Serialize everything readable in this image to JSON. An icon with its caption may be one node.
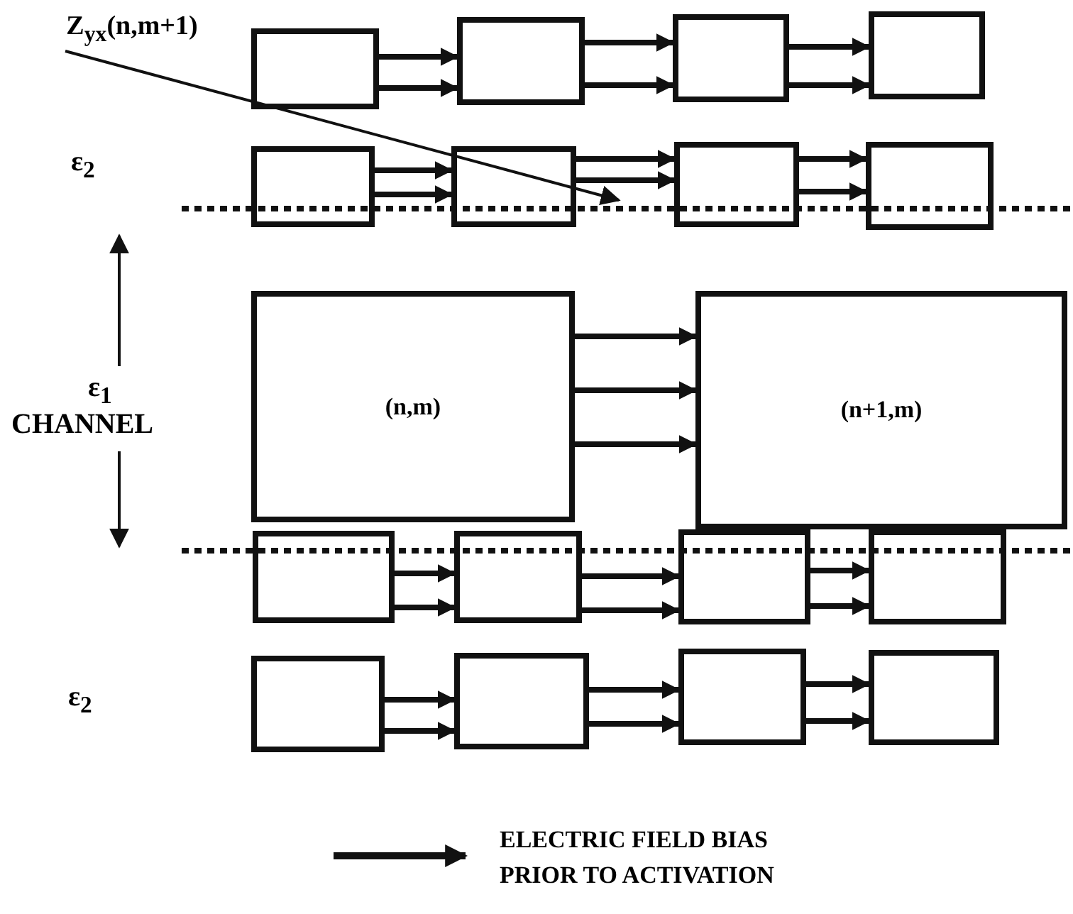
{
  "diagram": {
    "nodes": [
      {
        "text": [
          "Z$_{yx}$(n,m+1)"
        ]
      },
      {
        "text": [],
        "shape": "box"
      },
      {
        "text": [],
        "shape": "box"
      },
      {
        "text": [],
        "shape": "box"
      },
      {
        "text": [],
        "shape": "box"
      },
      {
        "text": [],
        "shape": "box"
      },
      {
        "text": [],
        "shape": "box"
      },
      {
        "text": [],
        "shape": "box"
      },
      {
        "text": [],
        "shape": "box"
      },
      {
        "text": [
          "(n,m)"
        ]
      },
      {
        "text": [
          "(n+1,m)"
        ]
      },
      {
        "text": [],
        "shape": "box"
      },
      {
        "text": [],
        "shape": "box"
      },
      {
        "text": [],
        "shape": "box"
      },
      {
        "text": [],
        "shape": "box"
      },
      {
        "text": [],
        "shape": "box"
      },
      {
        "text": [],
        "shape": "box"
      },
      {
        "text": [],
        "shape": "box"
      },
      {
        "text": [],
        "shape": "box"
      }
    ],
    "edges": [
      {
        "from": 1,
        "to": 2,
        "arrow": "to"
      },
      {
        "from": 1,
        "to": 2,
        "arrow": "to"
      },
      {
        "from": 2,
        "to": 3,
        "arrow": "to"
      },
      {
        "from": 2,
        "to": 3,
        "arrow": "to"
      },
      {
        "from": 3,
        "to": 4,
        "arrow": "to"
      },
      {
        "from": 3,
        "to": 4,
        "arrow": "to"
      },
      {
        "from": 5,
        "to": 6,
        "arrow": "to"
      },
      {
        "from": 5,
        "to": 6,
        "arrow": "to"
      },
      {
        "from": 6,
        "to": 7,
        "arrow": "to"
      },
      {
        "from": 6,
        "to": 7,
        "arrow": "to"
      },
      {
        "from": 7,
        "to": 8,
        "arrow": "to"
      },
      {
        "from": 7,
        "to": 8,
        "arrow": "to"
      },
      {
        "from": 9,
        "to": 10,
        "arrow": "to"
      },
      {
        "from": 9,
        "to": 10,
        "arrow": "to"
      },
      {
        "from": 9,
        "to": 10,
        "arrow": "to"
      },
      {
        "from": 11,
        "to": 12,
        "arrow": "to"
      },
      {
        "from": 11,
        "to": 12,
        "arrow": "to"
      },
      {
        "from": 12,
        "to": 13,
        "arrow": "to"
      },
      {
        "from": 12,
        "to": 13,
        "arrow": "to"
      },
      {
        "from": 13,
        "to": 14,
        "arrow": "to"
      },
      {
        "from": 13,
        "to": 14,
        "arrow": "to"
      },
      {
        "from": 15,
        "to": 16,
        "arrow": "to"
      },
      {
        "from": 15,
        "to": 16,
        "arrow": "to"
      },
      {
        "from": 16,
        "to": 17,
        "arrow": "to"
      },
      {
        "from": 16,
        "to": 17,
        "arrow": "to"
      },
      {
        "from": 17,
        "to": 18,
        "arrow": "to"
      },
      {
        "from": 17,
        "to": 18,
        "arrow": "to"
      },
      {
        "from": 0,
        "to": null,
        "arrow": "to"
      }
    ],
    "labels": [
      "ε$_{2}$",
      "ε$_{1}$",
      "CHANNEL",
      "ε$_{2}$"
    ],
    "legend": [
      {
        "text": "ELECTRIC FIELD BIAS PRIOR TO ACTIVATION"
      }
    ]
  }
}
